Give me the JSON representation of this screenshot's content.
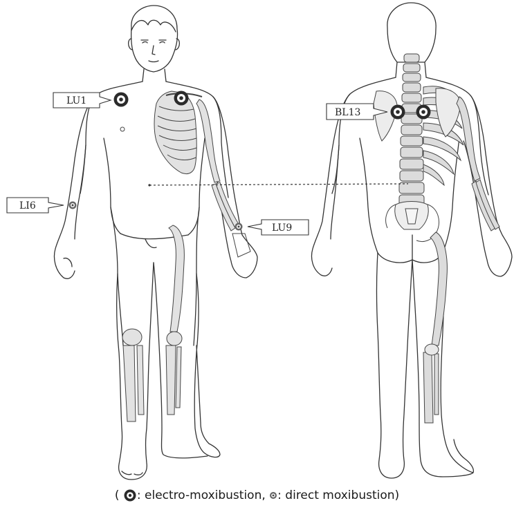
{
  "labels": {
    "lu1": "LU1",
    "li6": "LI6",
    "lu9": "LU9",
    "bl13": "BL13"
  },
  "legend": {
    "open_paren": "(",
    "electro": ": electro-moxibustion,",
    "direct": ": direct moxibustion)"
  },
  "colors": {
    "outline": "#333333",
    "bone_fill": "#dcdcdc",
    "marker_dark": "#2b2b2b",
    "marker_light": "#ffffff"
  }
}
